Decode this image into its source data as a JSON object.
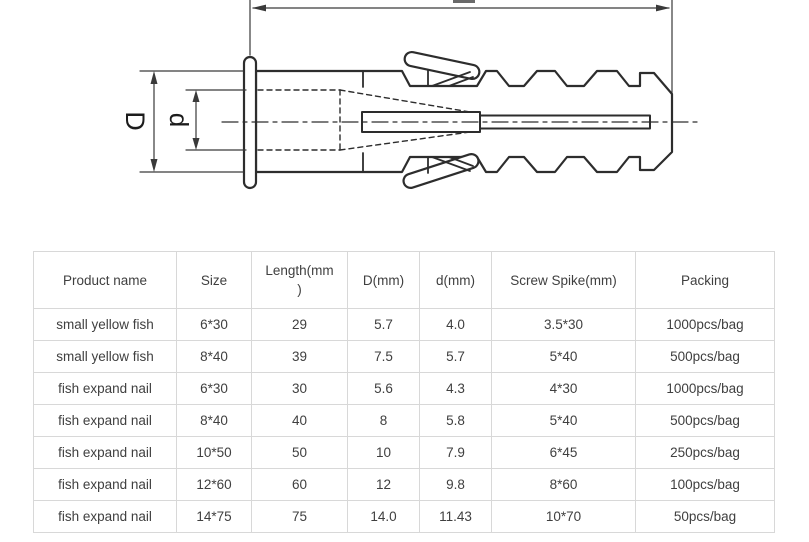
{
  "drawing": {
    "dim_D_label": "D",
    "dim_d_label": "d",
    "description": "side section view of plastic expansion anchor with flange, anti-rotation fins, serrated expansion teeth, tapered tip, central screw slot, hidden-line inner cone, and dimension lines"
  },
  "table": {
    "headers": [
      "Product name",
      "Size",
      "Length(mm\n)",
      "D(mm)",
      "d(mm)",
      "Screw Spike(mm)",
      "Packing"
    ],
    "rows": [
      [
        "small yellow fish",
        "6*30",
        "29",
        "5.7",
        "4.0",
        "3.5*30",
        "1000pcs/bag"
      ],
      [
        "small yellow fish",
        "8*40",
        "39",
        "7.5",
        "5.7",
        "5*40",
        "500pcs/bag"
      ],
      [
        "fish expand nail",
        "6*30",
        "30",
        "5.6",
        "4.3",
        "4*30",
        "1000pcs/bag"
      ],
      [
        "fish expand nail",
        "8*40",
        "40",
        "8",
        "5.8",
        "5*40",
        "500pcs/bag"
      ],
      [
        "fish expand nail",
        "10*50",
        "50",
        "10",
        "7.9",
        "6*45",
        "250pcs/bag"
      ],
      [
        "fish expand nail",
        "12*60",
        "60",
        "12",
        "9.8",
        "8*60",
        "100pcs/bag"
      ],
      [
        "fish expand nail",
        "14*75",
        "75",
        "14.0",
        "11.43",
        "10*70",
        "50pcs/bag"
      ]
    ]
  },
  "colors": {
    "background": "#ffffff",
    "drawing_line": "#2d2d2d",
    "table_border": "#d8d8d8",
    "table_text": "#3f3f3f"
  }
}
